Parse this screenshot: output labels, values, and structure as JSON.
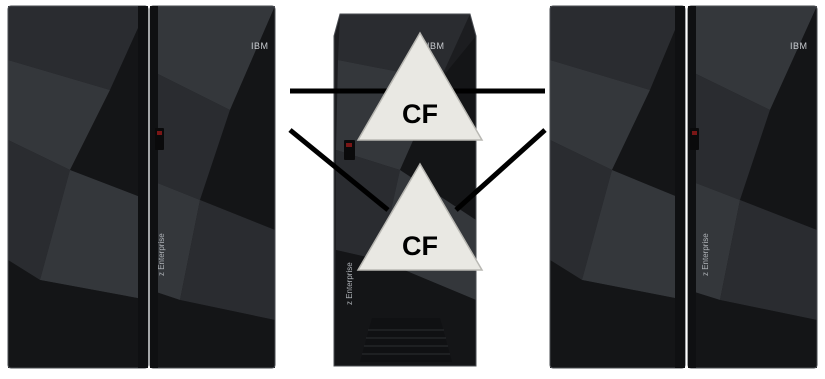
{
  "diagram": {
    "servers": [
      {
        "id": "left",
        "brand": "IBM",
        "model": "z Enterprise"
      },
      {
        "id": "center",
        "brand": "IBM",
        "model": "z Enterprise"
      },
      {
        "id": "right",
        "brand": "IBM",
        "model": "z Enterprise"
      }
    ],
    "coupling_facilities": [
      {
        "id": "cf-top",
        "label": "CF"
      },
      {
        "id": "cf-bottom",
        "label": "CF"
      }
    ],
    "links": [
      {
        "from": "left",
        "to": "cf-top"
      },
      {
        "from": "left",
        "to": "cf-bottom"
      },
      {
        "from": "right",
        "to": "cf-top"
      },
      {
        "from": "right",
        "to": "cf-bottom"
      }
    ]
  }
}
